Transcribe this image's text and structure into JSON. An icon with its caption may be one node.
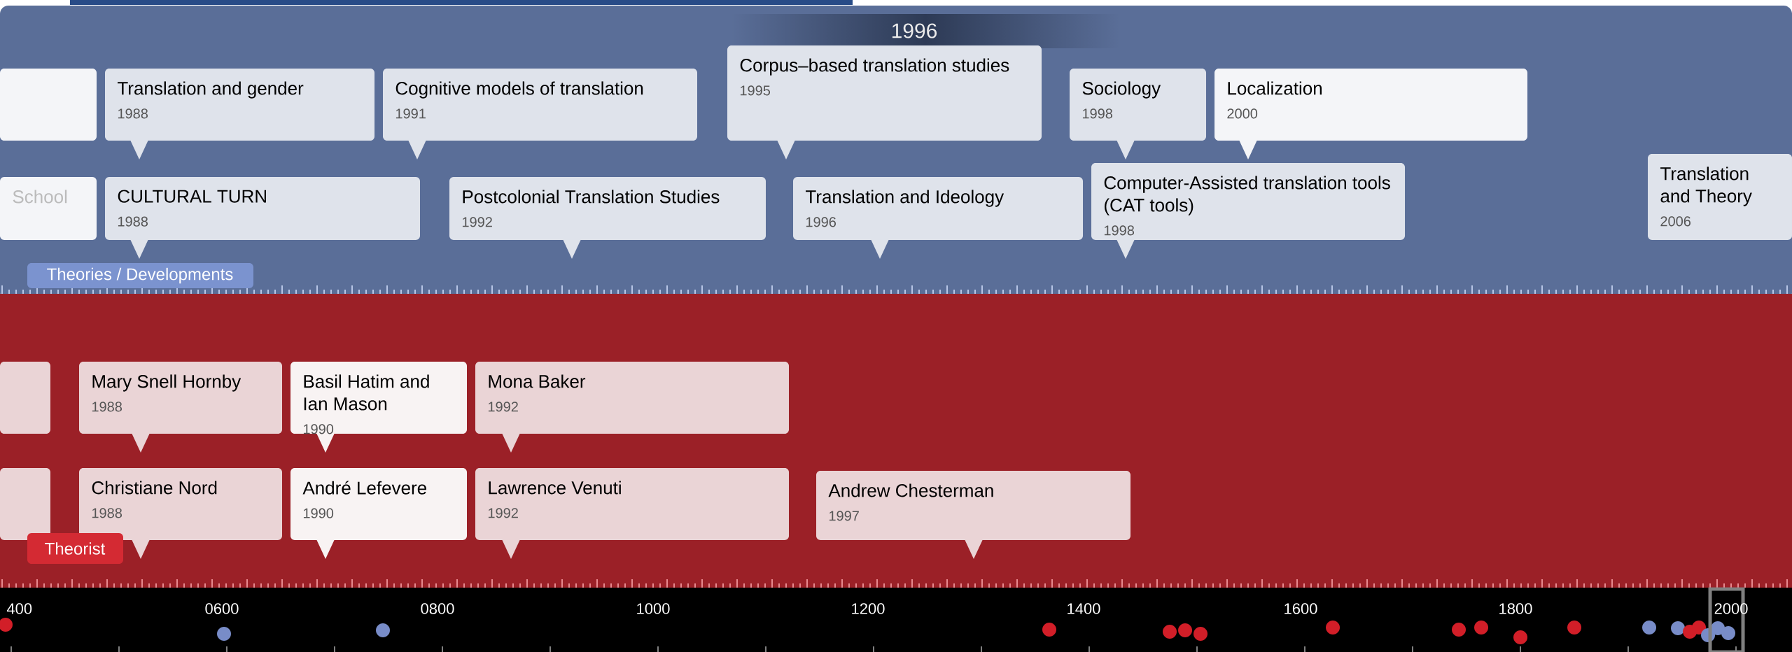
{
  "diagram": {
    "nodes": [
      {
        "text": [],
        "shape": "box"
      },
      {
        "text": [
          "Translation and gender",
          "1988"
        ]
      },
      {
        "text": [
          "Cognitive models of translation",
          "1991"
        ]
      },
      {
        "text": [
          "Corpus–based translation studies",
          "1995"
        ]
      },
      {
        "text": [
          "Sociology",
          "1998"
        ]
      },
      {
        "text": [
          "Localization",
          "2000"
        ]
      },
      {
        "text": [
          "School"
        ]
      },
      {
        "text": [
          "CULTURAL TURN",
          "1988"
        ]
      },
      {
        "text": [
          "Postcolonial Translation Studies",
          "1992"
        ]
      },
      {
        "text": [
          "Translation and Ideology",
          "1996"
        ]
      },
      {
        "text": [
          "Computer-Assisted translation tools (CAT tools)",
          "1998"
        ]
      },
      {
        "text": [
          "Translation and Theory",
          "2006"
        ]
      },
      {
        "text": [
          "Theories / Developments"
        ]
      },
      {
        "text": [],
        "shape": "box"
      },
      {
        "text": [
          "Mary Snell Hornby",
          "1988"
        ]
      },
      {
        "text": [
          "Basil Hatim and Ian Mason",
          "1990"
        ]
      },
      {
        "text": [
          "Mona Baker",
          "1992"
        ]
      },
      {
        "text": [],
        "shape": "box"
      },
      {
        "text": [
          "Christiane Nord",
          "1988"
        ]
      },
      {
        "text": [
          "André Lefevere",
          "1990"
        ]
      },
      {
        "text": [
          "Lawrence Venuti",
          "1992"
        ]
      },
      {
        "text": [
          "Andrew Chesterman",
          "1997"
        ]
      },
      {
        "text": [
          "Theorist"
        ]
      }
    ],
    "labels": [
      "1996",
      "400",
      "0600",
      "0800",
      "1000",
      "1200",
      "1400",
      "1600",
      "1800",
      "2000"
    ]
  }
}
